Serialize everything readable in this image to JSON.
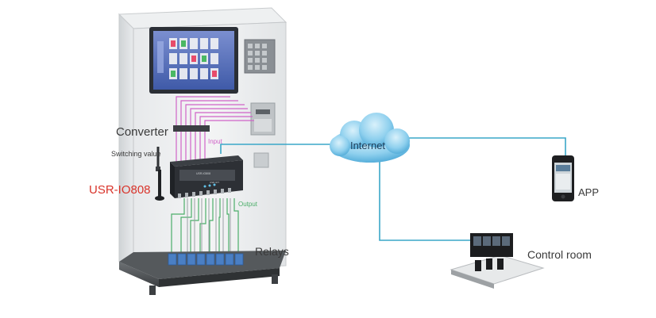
{
  "labels": {
    "converter": "Converter",
    "switching_value": "Switching value",
    "device": "USR-IO808",
    "input": "Input",
    "output": "Output",
    "relays": "Relays",
    "internet": "Internet",
    "app": "APP",
    "control_room": "Control room"
  },
  "device_panel": {
    "model_small": "USR-IO808",
    "brand_small": "USR IOT"
  },
  "colors": {
    "network_line": "#3aa7c8",
    "input_wires": "#d063c8",
    "output_wires": "#4cae6a",
    "device_label": "#d9342b",
    "cloud": "#5bb4dc"
  }
}
